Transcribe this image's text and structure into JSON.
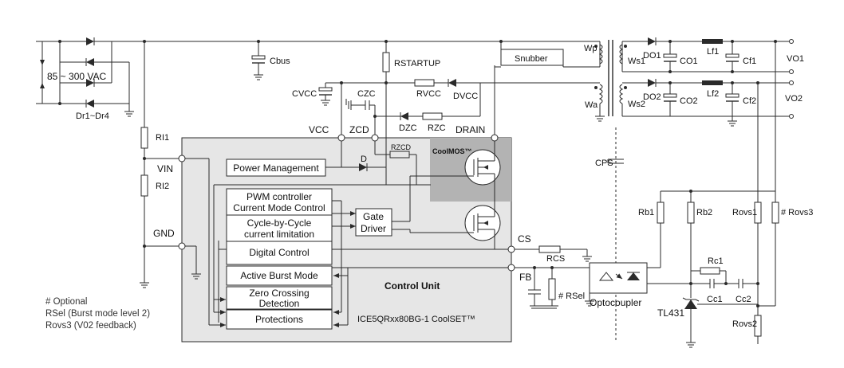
{
  "input": {
    "voltage": "85 ~ 300 VAC",
    "bridge_diodes": "Dr1~Dr4"
  },
  "components": {
    "cbus": "Cbus",
    "rstartup": "RSTARTUP",
    "rvcc": "RVCC",
    "dvcc": "DVCC",
    "cvcc": "CVCC",
    "czc": "CZC",
    "dzc": "DZC",
    "rzc": "RZC",
    "ri1": "RI1",
    "ri2": "RI2",
    "snubber": "Snubber",
    "wp": "Wp",
    "wa": "Wa",
    "ws1": "Ws1",
    "ws2": "Ws2",
    "do1": "DO1",
    "do2": "DO2",
    "co1": "CO1",
    "co2": "CO2",
    "lf1": "Lf1",
    "lf2": "Lf2",
    "cf1": "Cf1",
    "cf2": "Cf2",
    "vo1": "VO1",
    "vo2": "VO2",
    "cps": "CPS",
    "rb1": "Rb1",
    "rb2": "Rb2",
    "rovs1": "Rovs1",
    "rovs3": "# Rovs3",
    "rovs2": "Rovs2",
    "rc1": "Rc1",
    "cc1": "Cc1",
    "cc2": "Cc2",
    "tl431": "TL431",
    "optocoupler": "Optocoupler",
    "rcs": "RCS",
    "rsel": "# RSel",
    "rzcd": "RZCD",
    "d": "D"
  },
  "pins": {
    "vcc": "VCC",
    "zcd": "ZCD",
    "drain": "DRAIN",
    "vin": "VIN",
    "gnd": "GND",
    "cs": "CS",
    "fb": "FB"
  },
  "ic": {
    "coolmos": "CoolMOS™",
    "power_management": "Power Management",
    "pwm_line1": "PWM controller",
    "pwm_line2": "Current Mode Control",
    "cbc_line1": "Cycle-by-Cycle",
    "cbc_line2": "current limitation",
    "digital_control": "Digital Control",
    "active_burst": "Active Burst Mode",
    "zc_line1": "Zero Crossing",
    "zc_line2": "Detection",
    "protections": "Protections",
    "gate_line1": "Gate",
    "gate_line2": "Driver",
    "control_unit": "Control Unit",
    "part_name": "ICE5QRxx80BG-1 CoolSET™"
  },
  "notes": [
    "# Optional",
    "RSel (Burst mode level 2)",
    "Rovs3 (V02 feedback)"
  ],
  "colors": {
    "ic_body": "#e6e6e6",
    "coolmos_area": "#b3b3b3",
    "wire": "#2a2a2a"
  }
}
